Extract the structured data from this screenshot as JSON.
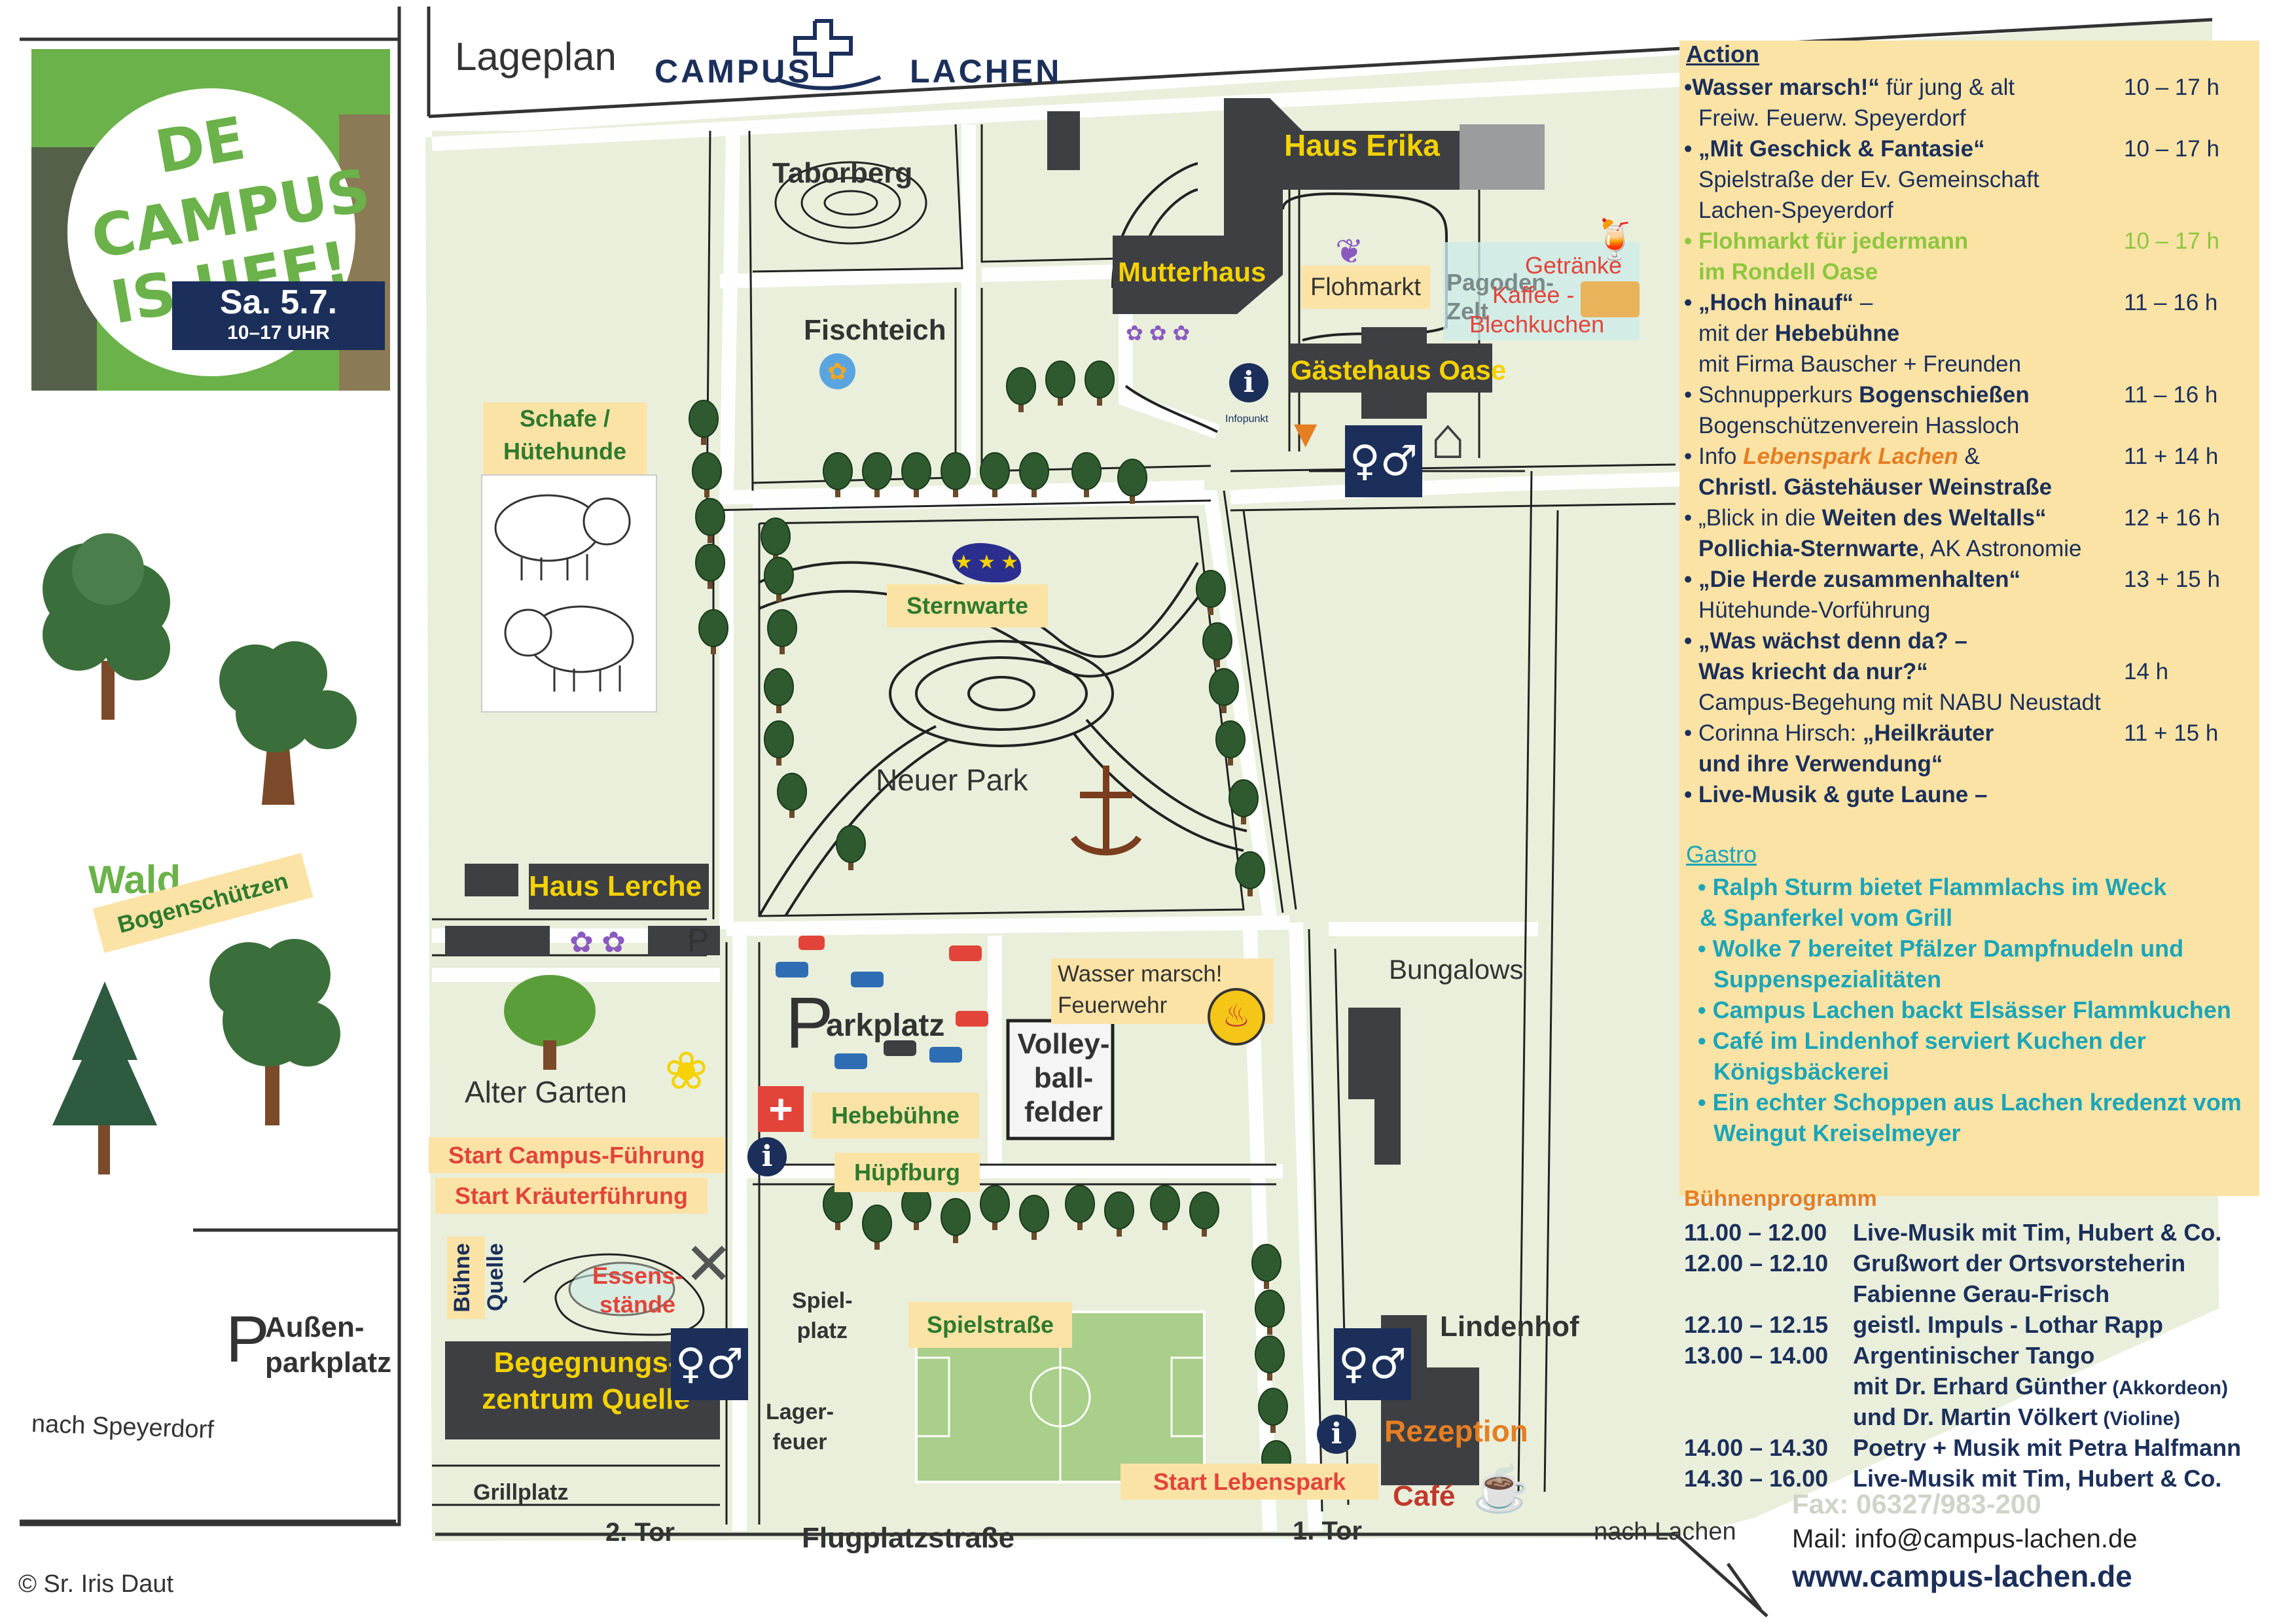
{
  "header": {
    "title": "Lageplan",
    "logo_text_left": "CAMPUS",
    "logo_text_right": "LACHEN"
  },
  "event_badge": {
    "slogan_line1": "DE",
    "slogan_line2": "CAMPUS",
    "slogan_line3": "IS UFF!",
    "date": "Sa. 5.7.",
    "time": "10–17 UHR"
  },
  "map_labels": {
    "taborberg": "Taborberg",
    "haus_erika": "Haus Erika",
    "mutterhaus": "Mutterhaus",
    "flohmarkt": "Flohmarkt",
    "pagoden_zelt": "Pagoden-Zelt",
    "getraenke": "Getränke",
    "kaffee": "Kaffee -",
    "blechkuchen": "Blechkuchen",
    "fischteich": "Fischteich",
    "gaestehaus_oase": "Gästehaus Oase",
    "infopunkt": "Infopunkt",
    "schafe": "Schafe /",
    "huetehunde": "Hütehunde",
    "sternwarte": "Sternwarte",
    "neuer_park": "Neuer Park",
    "wald": "Wald",
    "bogenschuetzen": "Bogenschützen",
    "haus_lerche": "Haus Lerche",
    "p": "P",
    "bungalows": "Bungalows",
    "wasser_marsch": "Wasser marsch!",
    "feuerwehr": "Feuerwehr",
    "parkplatz": "arkplatz",
    "parkplatz_p": "P",
    "volleyball1": "Volley-",
    "volleyball2": "ball-",
    "volleyball3": "felder",
    "alter_garten": "Alter Garten",
    "hebebuehne": "Hebebühne",
    "huepfburg": "Hüpfburg",
    "start_campus": "Start Campus-Führung",
    "start_kraeuter": "Start Kräuterführung",
    "buehne": "Bühne",
    "quelle": "Quelle",
    "essens": "Essens-",
    "staende": "stände",
    "spielplatz1": "Spiel-",
    "spielplatz2": "platz",
    "spielstrasse": "Spielstraße",
    "aussen1": "Außen-",
    "aussen2": "parkplatz",
    "aussen_p": "P",
    "begegnung1": "Begegnungs-",
    "begegnung2": "zentrum Quelle",
    "lagerfeuer1": "Lager-",
    "lagerfeuer2": "feuer",
    "lindenhof": "Lindenhof",
    "rezeption": "Rezeption",
    "start_lebenspark": "Start Lebenspark",
    "cafe": "Café",
    "grillplatz": "Grillplatz",
    "tor2": "2. Tor",
    "tor1": "1. Tor",
    "flugplatzstrasse": "Flugplatzstraße",
    "nach_speyerdorf": "nach Speyerdorf",
    "nach_lachen": "nach Lachen"
  },
  "action": {
    "title": "Action",
    "items": [
      {
        "l1a": "•Wasser marsch!“",
        "l1b": " für jung & alt",
        "l2": "Freiw. Feuerw. Speyerdorf",
        "time": "10 – 17 h"
      },
      {
        "l1a": "• „Mit Geschick & Fantasie“",
        "l2": "Spielstraße der Ev. Gemeinschaft",
        "l3": "Lachen-Speyerdorf",
        "time": "10 – 17 h"
      },
      {
        "l1a": "• Flohmarkt für jedermann",
        "l2": "im Rondell Oase",
        "time": "10 – 17 h"
      },
      {
        "l1a": "• „Hoch hinauf“",
        "l1b": " –",
        "l2a": "mit der ",
        "l2b": "Hebebühne",
        "l3": "mit Firma Bauscher + Freunden",
        "time": "11 – 16 h"
      },
      {
        "l1a": "• Schnupperkurs ",
        "l1b": "Bogenschießen",
        "l2": "Bogenschützenverein Hassloch",
        "time": "11 – 16 h"
      },
      {
        "l1a": "• Info  ",
        "l1b": "Lebenspark Lachen",
        "l1c": " &",
        "l2": "Christl. Gästehäuser Weinstraße",
        "time": "11 + 14 h"
      },
      {
        "l1a": "• „Blick in die ",
        "l1b": "Weiten des Weltalls“",
        "l2a": "Pollichia-Sternwarte",
        "l2b": ", AK Astronomie",
        "time": "12 + 16 h"
      },
      {
        "l1a": "• „Die Herde zusammenhalten“",
        "l2": "Hütehunde-Vorführung",
        "time": "13 + 15 h"
      },
      {
        "l1a": "• „Was wächst denn da? –",
        "l2": "Was kriecht da nur?“",
        "l3": "Campus-Begehung mit NABU Neustadt",
        "time": "14 h"
      },
      {
        "l1a": "• Corinna Hirsch: ",
        "l1b": "„Heilkräuter",
        "l2": "und ihre Verwendung“",
        "time": "11 + 15 h"
      },
      {
        "l1a": "• Live-Musik & gute Laune –"
      }
    ]
  },
  "gastro": {
    "title": "Gastro",
    "items": [
      [
        "• Ralph Sturm bietet Flammlachs im Weck",
        "& Spanferkel vom Grill"
      ],
      [
        "• Wolke 7 bereitet Pfälzer Dampfnudeln und",
        "Suppenspezialitäten"
      ],
      [
        "• Campus Lachen backt Elsässer Flammkuchen"
      ],
      [
        "• Café im Lindenhof serviert Kuchen der",
        "Königsbäckerei"
      ],
      [
        "• Ein echter Schoppen aus Lachen kredenzt vom",
        "Weingut Kreiselmeyer"
      ]
    ]
  },
  "buehne": {
    "title": "Bühnenprogramm",
    "items": [
      {
        "time": "11.00 – 12.00",
        "text": "Live-Musik mit Tim, Hubert & Co."
      },
      {
        "time": "12.00 – 12.10",
        "text": "Grußwort der Ortsvorsteherin"
      },
      {
        "time": "",
        "text": "Fabienne Gerau-Frisch"
      },
      {
        "time": "12.10 – 12.15",
        "text": "geistl. Impuls - Lothar Rapp"
      },
      {
        "time": "13.00 – 14.00",
        "text": "Argentinischer Tango"
      },
      {
        "time": "",
        "text": "mit  Dr. Erhard Günther",
        "small": " (Akkordeon)"
      },
      {
        "time": "",
        "text": "und Dr. Martin Völkert",
        "small": " (Violine)"
      },
      {
        "time": "14.00 – 14.30",
        "text": "Poetry + Musik mit Petra Halfmann"
      },
      {
        "time": "14.30 – 16.00",
        "text": "Live-Musik mit Tim, Hubert & Co."
      }
    ]
  },
  "contact": {
    "mail": "Mail:  info@campus-lachen.de",
    "web": "www.campus-lachen.de",
    "fax": "Fax: 06327/983-200"
  },
  "credit": "© Sr. Iris Daut",
  "colors": {
    "ground": "#e9efdb",
    "building": "#3d3f43",
    "label_bg": "#fbe3a6",
    "navy": "#1b2f5a",
    "teal": "#1aa5b8",
    "orange": "#e67e22",
    "yellow_text": "#f5d200",
    "tree": "#3a6e3a",
    "field": "#a9cf8a"
  }
}
